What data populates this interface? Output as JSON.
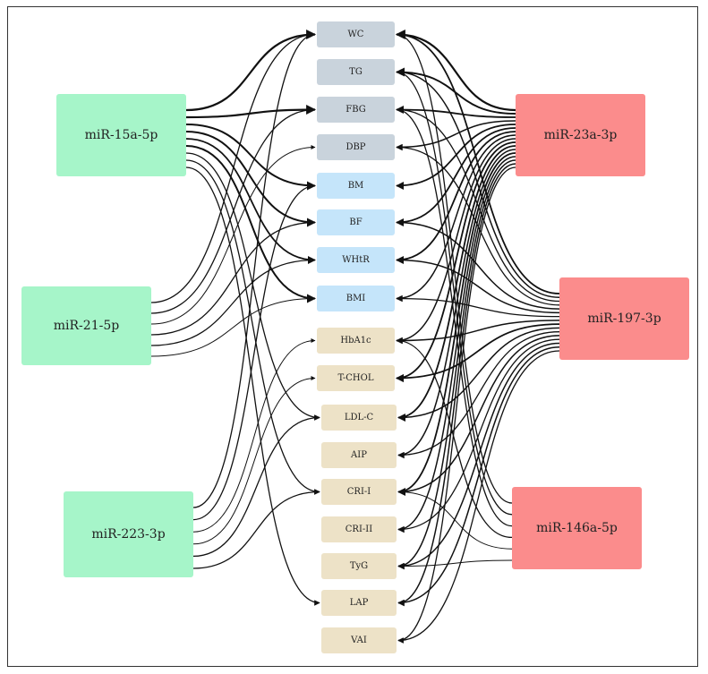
{
  "colors": {
    "left_source": "#a6f5c9",
    "right_source": "#fb8c8c",
    "target_gray": "#c9d3dc",
    "target_blue": "#c5e5fa",
    "target_beige": "#ede2c7",
    "edge": "#111111"
  },
  "left_sources": [
    {
      "id": "m15",
      "label": "miR-15a-5p"
    },
    {
      "id": "m21",
      "label": "miR-21-5p"
    },
    {
      "id": "m223",
      "label": "miR-223-3p"
    }
  ],
  "right_sources": [
    {
      "id": "m23",
      "label": "miR-23a-3p"
    },
    {
      "id": "m197",
      "label": "miR-197-3p"
    },
    {
      "id": "m146",
      "label": "miR-146a-5p"
    }
  ],
  "targets": [
    {
      "id": "WC",
      "label": "WC",
      "group": "gray"
    },
    {
      "id": "TG",
      "label": "TG",
      "group": "gray"
    },
    {
      "id": "FBG",
      "label": "FBG",
      "group": "gray"
    },
    {
      "id": "DBP",
      "label": "DBP",
      "group": "gray"
    },
    {
      "id": "BM",
      "label": "BM",
      "group": "blue"
    },
    {
      "id": "BF",
      "label": "BF",
      "group": "blue"
    },
    {
      "id": "WHtR",
      "label": "WHtR",
      "group": "blue"
    },
    {
      "id": "BMI",
      "label": "BMI",
      "group": "blue"
    },
    {
      "id": "HbA1c",
      "label": "HbA1c",
      "group": "beige"
    },
    {
      "id": "TCHOL",
      "label": "T-CHOL",
      "group": "beige"
    },
    {
      "id": "LDLC",
      "label": "LDL-C",
      "group": "beige"
    },
    {
      "id": "AIP",
      "label": "AIP",
      "group": "beige"
    },
    {
      "id": "CRII",
      "label": "CRI-I",
      "group": "beige"
    },
    {
      "id": "CRIII",
      "label": "CRI-II",
      "group": "beige"
    },
    {
      "id": "TyG",
      "label": "TyG",
      "group": "beige"
    },
    {
      "id": "LAP",
      "label": "LAP",
      "group": "beige"
    },
    {
      "id": "VAI",
      "label": "VAI",
      "group": "beige"
    }
  ],
  "edges": [
    {
      "from": "m15",
      "to": "WC",
      "weight": 2.2
    },
    {
      "from": "m15",
      "to": "FBG",
      "weight": 2.2
    },
    {
      "from": "m15",
      "to": "BM",
      "weight": 2
    },
    {
      "from": "m15",
      "to": "BF",
      "weight": 2
    },
    {
      "from": "m15",
      "to": "WHtR",
      "weight": 1.8
    },
    {
      "from": "m15",
      "to": "BMI",
      "weight": 2
    },
    {
      "from": "m15",
      "to": "LDLC",
      "weight": 1.3
    },
    {
      "from": "m15",
      "to": "CRII",
      "weight": 1.3
    },
    {
      "from": "m15",
      "to": "LAP",
      "weight": 1.3
    },
    {
      "from": "m21",
      "to": "WC",
      "weight": 1.3
    },
    {
      "from": "m21",
      "to": "FBG",
      "weight": 1.3
    },
    {
      "from": "m21",
      "to": "DBP",
      "weight": 1
    },
    {
      "from": "m21",
      "to": "BF",
      "weight": 1.3
    },
    {
      "from": "m21",
      "to": "WHtR",
      "weight": 1.3
    },
    {
      "from": "m21",
      "to": "BMI",
      "weight": 1
    },
    {
      "from": "m223",
      "to": "WC",
      "weight": 1.3
    },
    {
      "from": "m223",
      "to": "BM",
      "weight": 1.3
    },
    {
      "from": "m223",
      "to": "HbA1c",
      "weight": 1
    },
    {
      "from": "m223",
      "to": "TCHOL",
      "weight": 1
    },
    {
      "from": "m223",
      "to": "LDLC",
      "weight": 1.3
    },
    {
      "from": "m223",
      "to": "CRII",
      "weight": 1.3
    },
    {
      "from": "m23",
      "to": "WC",
      "weight": 2.2
    },
    {
      "from": "m23",
      "to": "TG",
      "weight": 2
    },
    {
      "from": "m23",
      "to": "FBG",
      "weight": 1.8
    },
    {
      "from": "m23",
      "to": "DBP",
      "weight": 1.5
    },
    {
      "from": "m23",
      "to": "BM",
      "weight": 1.8
    },
    {
      "from": "m23",
      "to": "BF",
      "weight": 1.8
    },
    {
      "from": "m23",
      "to": "WHtR",
      "weight": 1.8
    },
    {
      "from": "m23",
      "to": "BMI",
      "weight": 1.5
    },
    {
      "from": "m23",
      "to": "HbA1c",
      "weight": 1.5
    },
    {
      "from": "m23",
      "to": "TCHOL",
      "weight": 1.8
    },
    {
      "from": "m23",
      "to": "LDLC",
      "weight": 1.8
    },
    {
      "from": "m23",
      "to": "AIP",
      "weight": 1.5
    },
    {
      "from": "m23",
      "to": "CRII",
      "weight": 1.8
    },
    {
      "from": "m23",
      "to": "CRIII",
      "weight": 1.5
    },
    {
      "from": "m23",
      "to": "TyG",
      "weight": 1.5
    },
    {
      "from": "m23",
      "to": "LAP",
      "weight": 1.5
    },
    {
      "from": "m23",
      "to": "VAI",
      "weight": 1.3
    },
    {
      "from": "m197",
      "to": "WC",
      "weight": 1.8
    },
    {
      "from": "m197",
      "to": "TG",
      "weight": 1.5
    },
    {
      "from": "m197",
      "to": "FBG",
      "weight": 1.3
    },
    {
      "from": "m197",
      "to": "DBP",
      "weight": 1.3
    },
    {
      "from": "m197",
      "to": "BF",
      "weight": 1.5
    },
    {
      "from": "m197",
      "to": "WHtR",
      "weight": 1.5
    },
    {
      "from": "m197",
      "to": "BMI",
      "weight": 1.3
    },
    {
      "from": "m197",
      "to": "HbA1c",
      "weight": 1.5
    },
    {
      "from": "m197",
      "to": "TCHOL",
      "weight": 1.8
    },
    {
      "from": "m197",
      "to": "LDLC",
      "weight": 1.5
    },
    {
      "from": "m197",
      "to": "AIP",
      "weight": 1.3
    },
    {
      "from": "m197",
      "to": "CRII",
      "weight": 1.5
    },
    {
      "from": "m197",
      "to": "CRIII",
      "weight": 1.3
    },
    {
      "from": "m197",
      "to": "TyG",
      "weight": 1.5
    },
    {
      "from": "m197",
      "to": "LAP",
      "weight": 1.5
    },
    {
      "from": "m197",
      "to": "VAI",
      "weight": 1.3
    },
    {
      "from": "m146",
      "to": "WC",
      "weight": 1.3
    },
    {
      "from": "m146",
      "to": "TG",
      "weight": 1.3
    },
    {
      "from": "m146",
      "to": "FBG",
      "weight": 1.3
    },
    {
      "from": "m146",
      "to": "HbA1c",
      "weight": 1.3
    },
    {
      "from": "m146",
      "to": "CRII",
      "weight": 1
    },
    {
      "from": "m146",
      "to": "TyG",
      "weight": 1
    }
  ]
}
